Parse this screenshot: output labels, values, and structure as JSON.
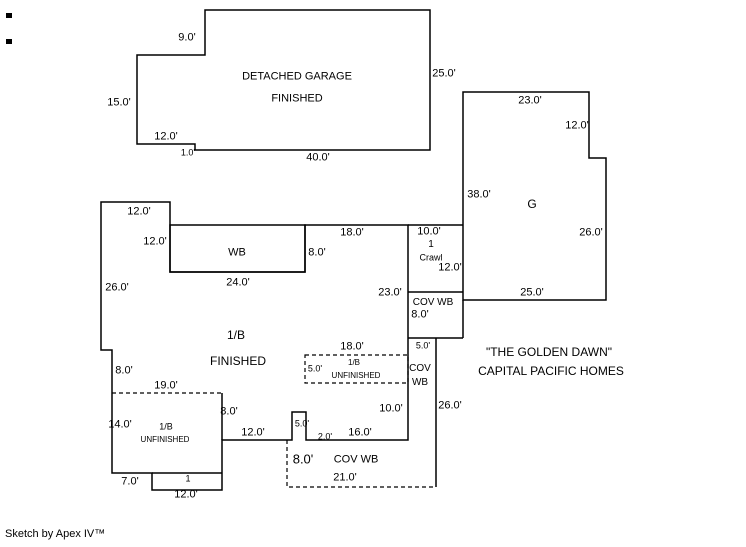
{
  "page": {
    "credit": "Sketch by Apex IV™"
  },
  "detached_garage": {
    "title": "DETACHED GARAGE",
    "status": "FINISHED",
    "dims": {
      "notch": "9.0'",
      "left": "15.0'",
      "bottom_left": "12.0'",
      "step": "1.0'",
      "bottom": "40.0'",
      "right": "25.0'"
    }
  },
  "attached_garage": {
    "label": "G",
    "dims": {
      "top": "23.0'",
      "right_upper": "12.0'",
      "right_lower": "26.0'",
      "left": "38.0'",
      "bottom": "25.0'"
    }
  },
  "builder_note": {
    "line1": "\"THE GOLDEN DAWN\"",
    "line2": "CAPITAL PACIFIC HOMES"
  },
  "wb_bay": {
    "label": "WB",
    "dims": {
      "bottom": "24.0'",
      "right": "8.0'"
    }
  },
  "crawl": {
    "story": "1",
    "label": "Crawl",
    "dims": {
      "top": "10.0'",
      "right": "12.0'"
    }
  },
  "cov_wb_upper": {
    "label": "COV WB",
    "dims": {
      "height": "8.0'"
    }
  },
  "cov_wb_walk": {
    "line1": "COV",
    "line2": "WB",
    "dims": {
      "width": "5.0'",
      "length": "26.0'"
    }
  },
  "main_floor": {
    "label": "1/B",
    "status": "FINISHED",
    "dims": {
      "top": "12.0'",
      "upper_left": "12.0'",
      "left": "26.0'",
      "left_lower": "8.0'",
      "top_right": "18.0'",
      "right": "23.0'",
      "right_lower": "10.0'",
      "bottom_a": "12.0'",
      "bump": "5.0'",
      "bottom_b": "2.0'",
      "bottom_c": "16.0'",
      "wall_8": "8.0'",
      "bottom_left": "7.0'"
    }
  },
  "unfinished_mid": {
    "label": "1/B",
    "status": "UNFINISHED",
    "dims": {
      "top": "18.0'",
      "left": "5.0'"
    }
  },
  "unfinished_left": {
    "label": "1/B",
    "status": "UNFINISHED",
    "dims": {
      "top": "19.0'",
      "left": "14.0'"
    }
  },
  "cov_wb_porch": {
    "label": "COV WB",
    "dims": {
      "depth": "8.0'",
      "bottom": "21.0'"
    }
  },
  "entry_bay": {
    "story": "1",
    "dims": {
      "bottom": "12.0'"
    }
  }
}
